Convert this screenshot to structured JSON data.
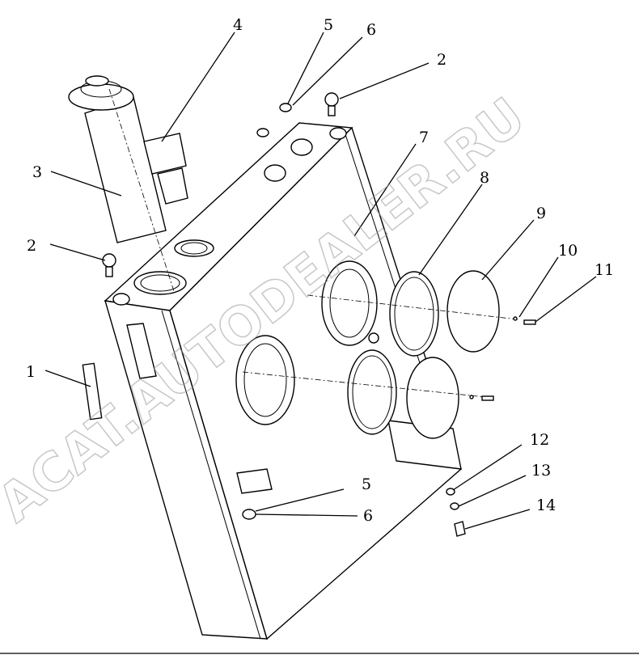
{
  "diagram": {
    "callouts": [
      "1",
      "2",
      "2",
      "3",
      "4",
      "5",
      "5",
      "6",
      "6",
      "7",
      "8",
      "9",
      "10",
      "11",
      "12",
      "13",
      "14"
    ]
  },
  "watermark": {
    "text": "ACAT.AUTODEALER.RU"
  }
}
